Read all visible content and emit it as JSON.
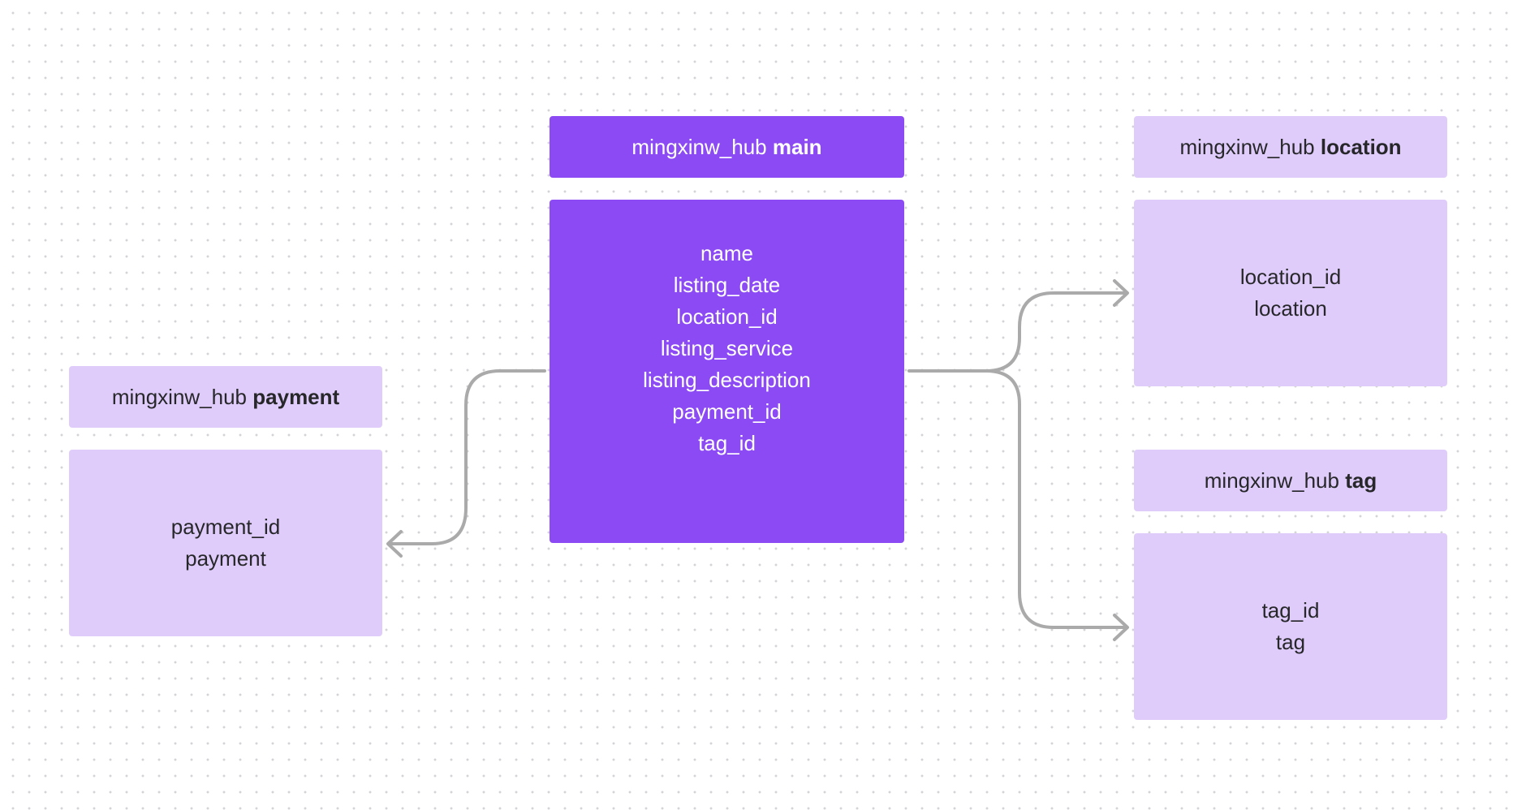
{
  "tables": {
    "main": {
      "prefix": "mingxinw_hub",
      "name": "main",
      "fields": [
        "name",
        "listing_date",
        "location_id",
        "listing_service",
        "listing_description",
        "payment_id",
        "tag_id"
      ]
    },
    "location": {
      "prefix": "mingxinw_hub",
      "name": "location",
      "fields": [
        "location_id",
        "location"
      ]
    },
    "tag": {
      "prefix": "mingxinw_hub",
      "name": "tag",
      "fields": [
        "tag_id",
        "tag"
      ]
    },
    "payment": {
      "prefix": "mingxinw_hub",
      "name": "payment",
      "fields": [
        "payment_id",
        "payment"
      ]
    }
  },
  "colors": {
    "primary": "#8b4af3",
    "secondary": "#dfccfb",
    "connector": "#aaaaaa",
    "text_dark": "#27272a",
    "text_light": "#ffffff"
  }
}
